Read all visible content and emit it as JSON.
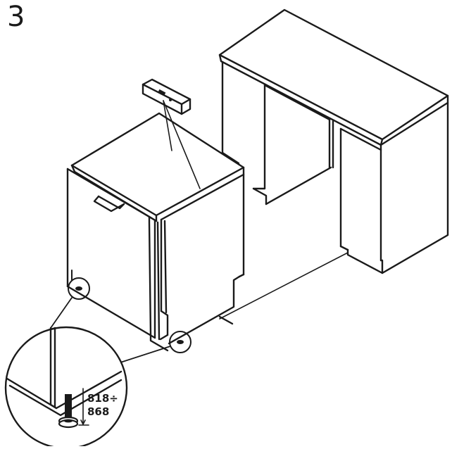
{
  "step": {
    "number": "3"
  },
  "callout": {
    "dimension_line1": "818÷",
    "dimension_line2": "868"
  },
  "colors": {
    "ink": "#1a1a1a",
    "paper": "#ffffff"
  },
  "icons": [
    "dishwasher",
    "cabinet",
    "height-adjust-foot",
    "magnifier-callout",
    "installation-bracket"
  ]
}
